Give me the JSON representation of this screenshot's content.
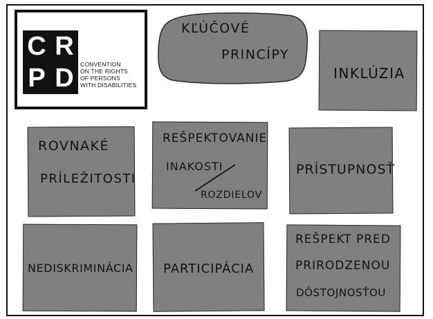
{
  "logo": {
    "letters": [
      "C",
      "R",
      "P",
      "D"
    ],
    "lines": [
      "CONVENTION",
      "ON THE RIGHTS",
      "OF PERSONS",
      "WITH DISABILITIES"
    ]
  },
  "title": {
    "line1": "KĽÚČOVÉ",
    "line2": "PRINCÍPY"
  },
  "cards": {
    "inkluzia": "INKLÚZIA",
    "rovnake": {
      "line1": "ROVNAKÉ",
      "line2": "PRÍLEŽITOSTI"
    },
    "respektovanie": {
      "line1": "REŠPEKTOVANIE",
      "line2": "INAKOSTI",
      "line3": "ROZDIELOV"
    },
    "pristupnost": "PRÍSTUPNOSŤ",
    "nediskriminacia": "NEDISKRIMINÁCIA",
    "participacia": "PARTICIPÁCIA",
    "respekt_pred": {
      "line1": "REŠPEKT PRED",
      "line2": "PRIRODZENOU",
      "line3": "DÔSTOJNOSŤOU"
    }
  },
  "colors": {
    "card": "#808080",
    "ink": "#111111",
    "background": "#ffffff"
  }
}
